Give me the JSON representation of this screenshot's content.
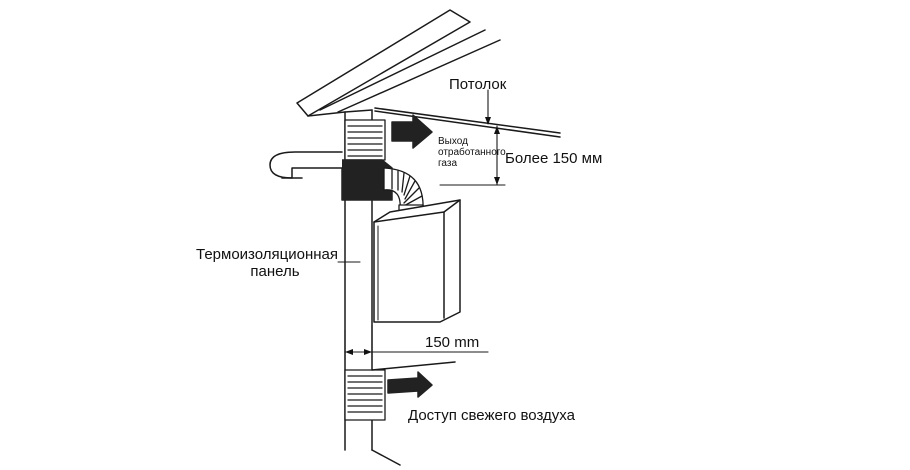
{
  "labels": {
    "ceiling": "Потолок",
    "exhaust": [
      "Выход",
      "отработанного",
      "газа"
    ],
    "more_than": "Более 150 мм",
    "insulation": [
      "Термоизоляционная",
      "панель"
    ],
    "gap": "150 mm",
    "fresh_air": "Доступ свежего воздуха"
  },
  "colors": {
    "line": "#1a1a1a",
    "fill_dark": "#222222",
    "fill_light": "#ffffff"
  }
}
